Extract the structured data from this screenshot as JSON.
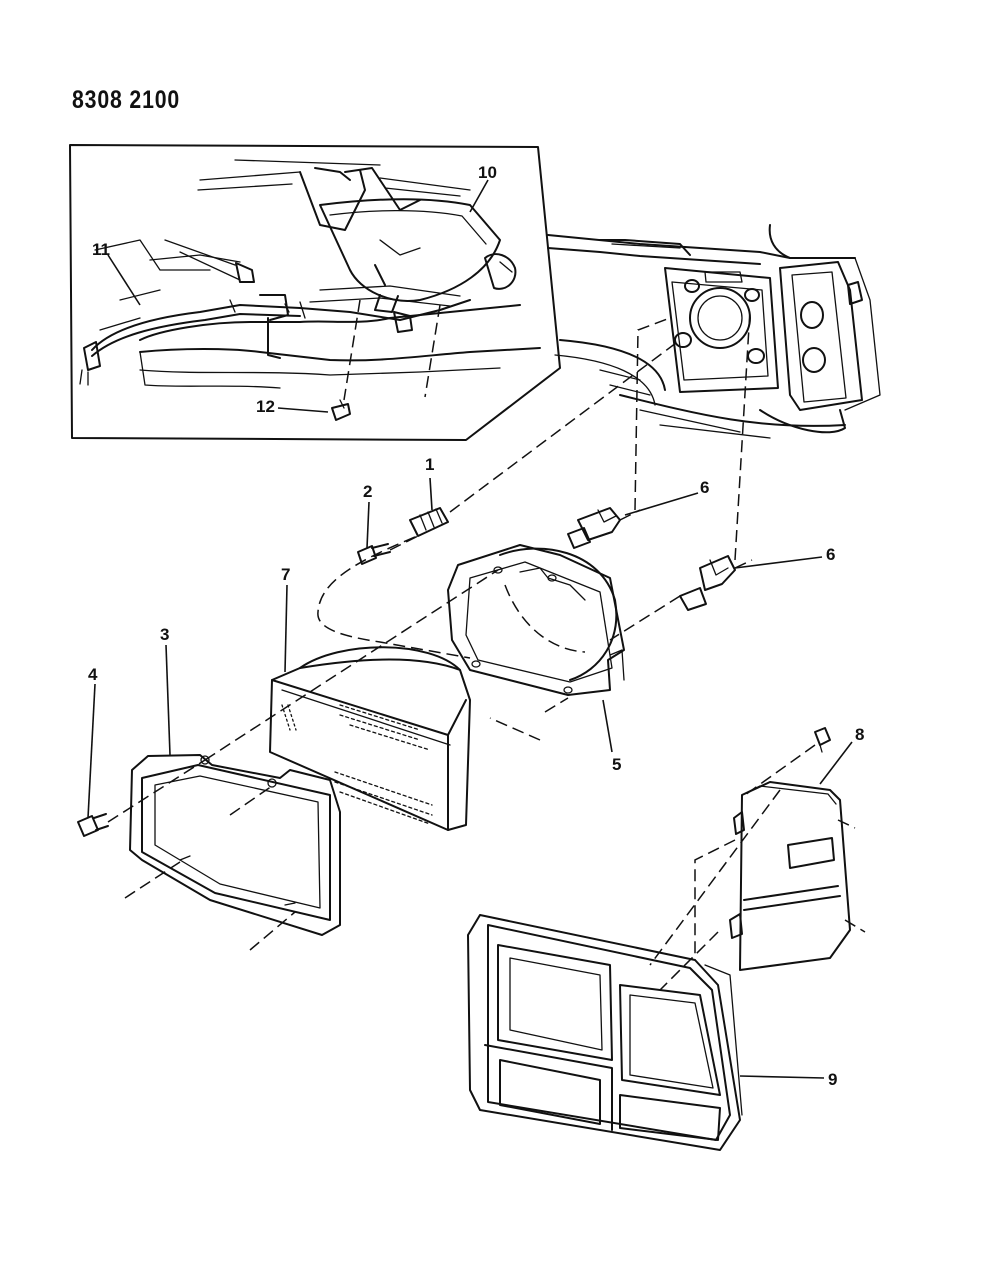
{
  "diagram": {
    "code": "8308 2100",
    "callouts": [
      {
        "id": "c1",
        "label": "1"
      },
      {
        "id": "c2",
        "label": "2"
      },
      {
        "id": "c3",
        "label": "3"
      },
      {
        "id": "c4",
        "label": "4"
      },
      {
        "id": "c5",
        "label": "5"
      },
      {
        "id": "c6a",
        "label": "6"
      },
      {
        "id": "c6b",
        "label": "6"
      },
      {
        "id": "c7",
        "label": "7"
      },
      {
        "id": "c8",
        "label": "8"
      },
      {
        "id": "c9",
        "label": "9"
      },
      {
        "id": "c10",
        "label": "10"
      },
      {
        "id": "c11",
        "label": "11"
      },
      {
        "id": "c12",
        "label": "12"
      }
    ]
  }
}
